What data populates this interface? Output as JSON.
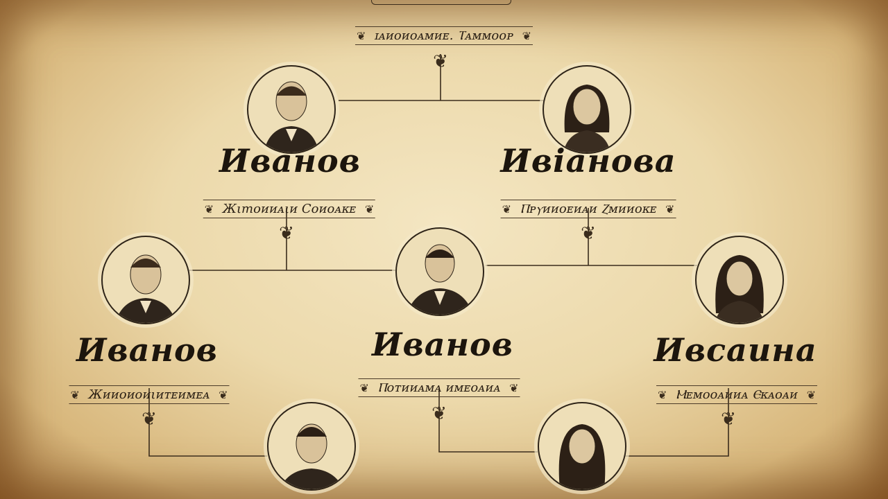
{
  "tree": {
    "root": {
      "caption": "ɪᴀᴎᴏᴎᴏᴀᴍᴎᴇ. Ⲧᴀᴍᴍᴏᴏᴘ"
    },
    "grandfather": {
      "name": "Иванов",
      "caption": "Жιтоᴎᴎᴀιᴎ Сᴏᴎᴏᴀᴋᴇ"
    },
    "grandmother": {
      "name": "Ивiанова",
      "caption": "Ⲡᴘⲩᴎᴎᴏᴇᴎᴀᴎ Ⲍᴍᴎᴎᴏᴋᴇ"
    },
    "uncle": {
      "name": "Иванов",
      "caption": "Жᴎᴎᴏᴎᴏᴎιᴎᴛᴇᴎᴍᴇᴀ"
    },
    "father": {
      "name": "Иванов",
      "caption": "Ⲡᴏᴛᴎᴎᴀᴍᴀ ᴎᴍᴇᴏᴀᴎᴀ"
    },
    "mother": {
      "name": "Ивсаина",
      "caption": "Ⲙᴇᴍᴏᴏᴀᴎᴎᴀ Ⲉᴋᴀᴏᴀᴎ"
    }
  },
  "palette": {
    "parchment": "#ecd9ab",
    "ink": "#1c150d",
    "edge": "#9c6d39"
  },
  "icons": {
    "divider": "fleuron-icon",
    "frame": "scroll-frame-icon"
  }
}
